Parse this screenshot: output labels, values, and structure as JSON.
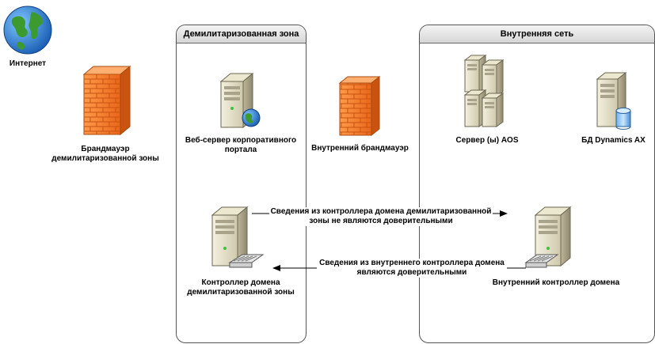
{
  "internet": {
    "label": "Интернет"
  },
  "dmz_firewall": {
    "label": "Брандмауэр демилитаризованной зоны"
  },
  "dmz_zone": {
    "title": "Демилитаризованная зона",
    "web_server": {
      "label": "Веб-сервер корпоративного портала"
    },
    "domain_controller": {
      "label": "Контроллер домена демилитаризованной зоны"
    }
  },
  "internal_firewall": {
    "label": "Внутренний брандмауэр"
  },
  "internal_zone": {
    "title": "Внутренняя сеть",
    "aos_servers": {
      "label": "Сервер (ы) AOS"
    },
    "database": {
      "label": "БД Dynamics AX"
    },
    "domain_controller": {
      "label": "Внутренний контроллер домена"
    }
  },
  "messages": {
    "untrusted": "Сведения из контроллера домена демилитаризованной зоны не являются доверительными",
    "trusted": "Сведения из внутреннего контроллера домена являются доверительными"
  }
}
